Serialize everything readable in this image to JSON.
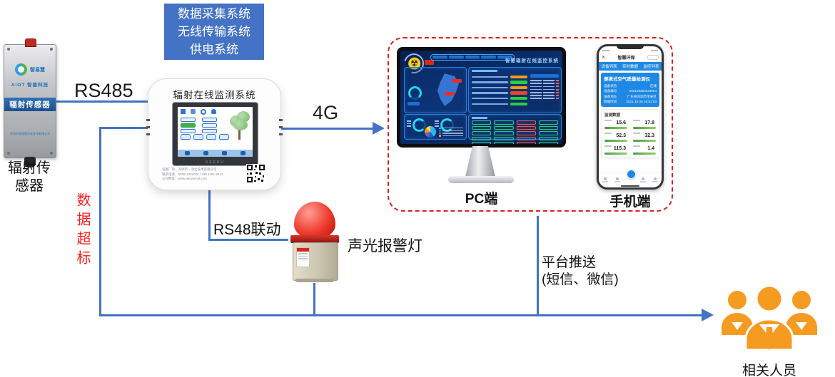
{
  "info_box": {
    "lines": [
      "数据采集系统",
      "无线传输系统",
      "供电系统"
    ]
  },
  "sensor": {
    "brand": "智易慧",
    "brand_sub": "AIOT 智能科技",
    "band_label": "辐射传感器",
    "footer": "深圳市智易慧净化技术有限公司",
    "caption": "辐射传感器"
  },
  "connections": {
    "rs485": "RS485",
    "net4g": "4G",
    "rs48_link": "RS48联动",
    "data_overflow": "数据超标",
    "push_line1": "平台推送",
    "push_line2": "(短信、微信)"
  },
  "monitor_device": {
    "title": "辐射在线监测系统",
    "screen_brand": "SEEKU",
    "info_lines": [
      "设备厂商：深圳市…净化技术有限公司",
      "联系电话：0755-2332020 / 199 2451 9013",
      "公司网址：www.aeozen-al.com"
    ]
  },
  "alarm": {
    "label": "声光报警灯"
  },
  "pc": {
    "label": "PC端",
    "dashboard": {
      "title": "智慧辐射在线监控系统",
      "status_pills": [
        "#f39c12",
        "#2ecc40",
        "#f39c12",
        "#e8442e",
        "#2ecc40",
        "#2ecc40"
      ],
      "grid_cols": [
        "#27d67b",
        "#27d67b",
        "#ff5540",
        "#27d67b"
      ],
      "grid_rows": 5,
      "pie_colors": [
        "#29b6f6",
        "#1565c0",
        "#7e57c2",
        "#ff9800",
        "#ffd54f"
      ]
    }
  },
  "phone": {
    "label": "手机端",
    "header_title": "智慧环保",
    "tabs": [
      "设备列表",
      "实时数据",
      "监控列表"
    ],
    "card": {
      "title": "便携式空气质量检测仪",
      "rows": [
        {
          "k": "设备状态",
          "v": "在线"
        },
        {
          "k": "设备编号",
          "v": "202106280334004"
        },
        {
          "k": "设备地址",
          "v": "广东省深圳市宝安区"
        },
        {
          "k": "数据时间",
          "v": "2021-10-25 16:51:00"
        }
      ]
    },
    "section_title": "监测数据",
    "metrics": [
      "15.6",
      "17.8",
      "52.3",
      "32.3",
      "115.3",
      "1.4"
    ]
  },
  "people": {
    "label": "相关人员"
  },
  "colors": {
    "line": "#4472C4",
    "dashed_border": "#e02222",
    "alert_text": "#fb1d1d",
    "accent_orange": "#F59B22"
  }
}
